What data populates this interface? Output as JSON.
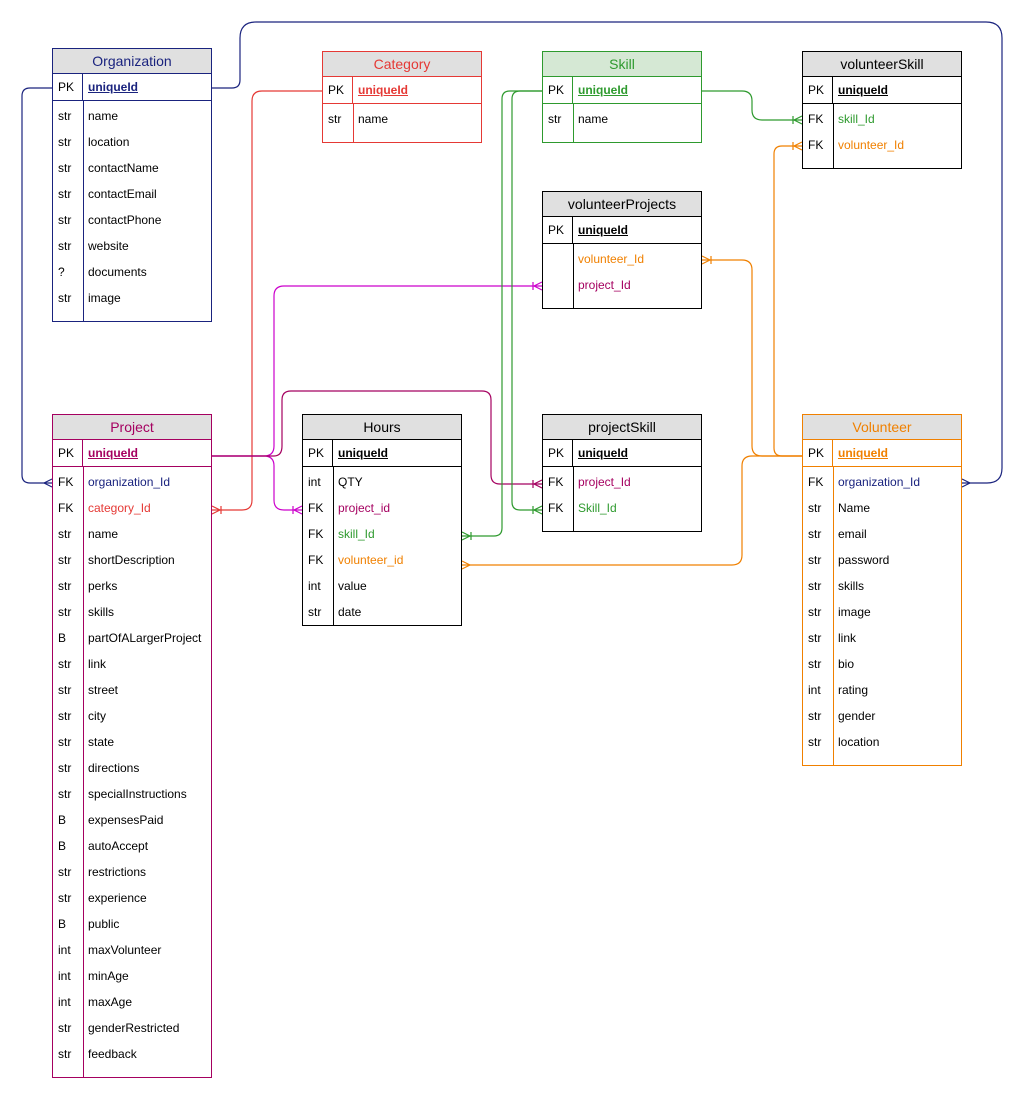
{
  "colors": {
    "organization": "#1a237e",
    "project": "#a50060",
    "category": "#e53935",
    "skill": "#2e9a2e",
    "volunteer": "#f08000",
    "magenta": "#cc00cc",
    "black": "#000000",
    "skill_header_bg": "#d5e8d4",
    "header_bg": "#e0e0e0"
  },
  "tables": {
    "organization": {
      "title": "Organization",
      "pk": {
        "key": "PK",
        "name": "uniqueId"
      },
      "fields": [
        {
          "key": "str",
          "name": "name"
        },
        {
          "key": "str",
          "name": "location"
        },
        {
          "key": "str",
          "name": "contactName"
        },
        {
          "key": "str",
          "name": "contactEmail"
        },
        {
          "key": "str",
          "name": "contactPhone"
        },
        {
          "key": "str",
          "name": "website"
        },
        {
          "key": "?",
          "name": "documents"
        },
        {
          "key": "str",
          "name": "image"
        }
      ]
    },
    "category": {
      "title": "Category",
      "pk": {
        "key": "PK",
        "name": "uniqueId"
      },
      "fields": [
        {
          "key": "str",
          "name": "name"
        }
      ]
    },
    "skill": {
      "title": "Skill",
      "pk": {
        "key": "PK",
        "name": "uniqueId"
      },
      "fields": [
        {
          "key": "str",
          "name": "name"
        }
      ]
    },
    "volunteerSkill": {
      "title": "volunteerSkill",
      "pk": {
        "key": "PK",
        "name": "uniqueId"
      },
      "fields": [
        {
          "key": "FK",
          "name": "skill_Id"
        },
        {
          "key": "FK",
          "name": "volunteer_Id"
        }
      ]
    },
    "volunteerProjects": {
      "title": "volunteerProjects",
      "pk": {
        "key": "PK",
        "name": "uniqueId"
      },
      "fields": [
        {
          "key": "",
          "name": "volunteer_Id"
        },
        {
          "key": "",
          "name": "project_Id"
        }
      ]
    },
    "project": {
      "title": "Project",
      "pk": {
        "key": "PK",
        "name": "uniqueId"
      },
      "fields": [
        {
          "key": "FK",
          "name": "organization_Id"
        },
        {
          "key": "FK",
          "name": "category_Id"
        },
        {
          "key": "str",
          "name": "name"
        },
        {
          "key": "str",
          "name": "shortDescription"
        },
        {
          "key": "str",
          "name": "perks"
        },
        {
          "key": "str",
          "name": "skills"
        },
        {
          "key": "B",
          "name": "partOfALargerProject"
        },
        {
          "key": "str",
          "name": "link"
        },
        {
          "key": "str",
          "name": "street"
        },
        {
          "key": "str",
          "name": "city"
        },
        {
          "key": "str",
          "name": "state"
        },
        {
          "key": "str",
          "name": "directions"
        },
        {
          "key": "str",
          "name": "specialInstructions"
        },
        {
          "key": "B",
          "name": "expensesPaid"
        },
        {
          "key": "B",
          "name": "autoAccept"
        },
        {
          "key": "str",
          "name": "restrictions"
        },
        {
          "key": "str",
          "name": "experience"
        },
        {
          "key": "B",
          "name": "public"
        },
        {
          "key": "int",
          "name": "maxVolunteer"
        },
        {
          "key": "int",
          "name": "minAge"
        },
        {
          "key": "int",
          "name": "maxAge"
        },
        {
          "key": "str",
          "name": "genderRestricted"
        },
        {
          "key": "str",
          "name": "feedback"
        }
      ]
    },
    "hours": {
      "title": "Hours",
      "pk": {
        "key": "PK",
        "name": "uniqueId"
      },
      "fields": [
        {
          "key": "int",
          "name": "QTY"
        },
        {
          "key": "FK",
          "name": "project_id"
        },
        {
          "key": "FK",
          "name": "skill_Id"
        },
        {
          "key": "FK",
          "name": "volunteer_id"
        },
        {
          "key": "int",
          "name": "value"
        },
        {
          "key": "str",
          "name": "date"
        }
      ]
    },
    "projectSkill": {
      "title": "projectSkill",
      "pk": {
        "key": "PK",
        "name": "uniqueId"
      },
      "fields": [
        {
          "key": "FK",
          "name": "project_Id"
        },
        {
          "key": "FK",
          "name": "Skill_Id"
        }
      ]
    },
    "volunteer": {
      "title": "Volunteer",
      "pk": {
        "key": "PK",
        "name": "uniqueId"
      },
      "fields": [
        {
          "key": "FK",
          "name": "organization_Id"
        },
        {
          "key": "str",
          "name": "Name"
        },
        {
          "key": "str",
          "name": "email"
        },
        {
          "key": "str",
          "name": "password"
        },
        {
          "key": "str",
          "name": "skills"
        },
        {
          "key": "str",
          "name": "image"
        },
        {
          "key": "str",
          "name": "link"
        },
        {
          "key": "str",
          "name": "bio"
        },
        {
          "key": "int",
          "name": "rating"
        },
        {
          "key": "str",
          "name": "gender"
        },
        {
          "key": "str",
          "name": "location"
        }
      ]
    }
  }
}
